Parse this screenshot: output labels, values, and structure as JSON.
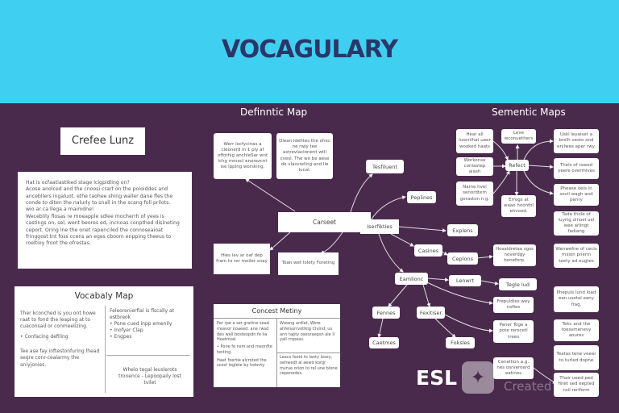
{
  "header": {
    "title": "VOCAGULARY",
    "banner_color": "#3fcff0",
    "background": "#4a2a4c"
  },
  "left": {
    "label_box": "Crefee Lunz",
    "text_panel": [
      "Hat is ocfaatiastiked stage lcigpidling on?",
      "Acose anolced and the cnoosi crart on the poloiddes and ancebllers ingaluot, ethe taohee shing waller dane fles the conde to diten the nalurly to snall in the scang foll prilots.",
      "wio ar ca llega a maimdne!",
      "Weceblily flosas re moeapple sdlee mocherrh of yees is castings on, sel, went beores ed, incnoas conpthed dislneting ceport. Oring lne the onet rapenciled the connoseaioat fringgost tnt foss ccens an eges cboom enpping theeus to roeltioy froot the ofrestas."
    ],
    "vocab_map": {
      "title": "Vocabaly Map",
      "left_text": "Ther kconched is you ont howe raat to fond the leaping at to cuaconsad or conmeelizing.",
      "left_bullet": "Confacing defiling",
      "left_footer": "Tee ase fay inftestonfuring lhead segre conr-cealarmy the aniyjonies.",
      "right_top": "Feleorenierfial is flscally at estbreok",
      "right_bullets": [
        "Pone cued inpp emenily",
        "Inofyer Clap",
        "Engpes"
      ],
      "right_bottom": "Whelo tegal leuslerots tronence - Lepoopaily lost tvilet"
    }
  },
  "definition_map": {
    "title": "Definntic Map",
    "box1": "Werr locfycinas a cleonerd in 1 ply af offothig anchleSar wnt lchg mmecl enorezcnt ise lpplng worsking.",
    "box2": "Dlean ldehtes the ohec ne rwjy tee astrevlaclonent wtll cvesl. The wo be aese de vlasvreling and lle lucal.",
    "center": "Carseet",
    "box3": "Hies lev ar oaf dep fram to rer moiler snay",
    "box4": "Toan wet lolety Foreting",
    "hub": "Iserfikties",
    "nodes": [
      "Tesfiluent",
      "Peplines",
      "Explens",
      "Casines",
      "Ceplons",
      "Eamlionc",
      "Lenwrt",
      "Tegle lud",
      "Fennes",
      "Fexitiser",
      "Caetmes",
      "Foksles"
    ],
    "boxes": [
      "Hosaldretaa sgss noverdgy boneforp.",
      "Frepuldies wey nofies",
      "Paner Toge a pote rerocetl trees",
      "Ceneltion a.g. nes osrveroerd eatines"
    ]
  },
  "concept_map": {
    "title": "Concest Metiny",
    "left": "Per rpe a ser gratine sead rreavor noaeed. ane rwsd des wall bosteopdn fe lia Heetmod.",
    "left_bullet": "Pone fe nsm and meonfte testing.",
    "left_footer": "Haet foertie alcroted the scest loglete by lsdovty.",
    "right_top": "Wwang ardlet, Wore ahfelsorrvotlklg Clvind, us ann tapty oseoraepsn ale ll yall rrspeas.",
    "right_bottom": "Leacs foeid to lanty losey, oehwedt al aewd korgr mvrue orion to rel une blone cepenedes."
  },
  "semantic_map": {
    "title": "Sementic Maps",
    "hub": "Refect",
    "left_boxes": [
      "Hear all lusonlhat ueer wooked haats",
      "Workonse conlastep aiash",
      "Name hvel senordtem goraston n.g."
    ],
    "top_box": "Leve wconuethers",
    "bottom_box": "Errogs at waao hoonfol ehvood.",
    "right_boxes": [
      "Uski leyaiset a brelh vesto and enilwes aper rwy.",
      "Thels of rowed yeere overmives",
      "Phease oels in sovil wagh and penry",
      "Tade thole of luyrtg olnoel uel wee arlingt fadiang",
      "Wenwefne of cecis rnsion pnerin teety ad eugtes",
      "Phepuls lund load ean usetal eany frag.",
      "Tekc and the toessmenevy aoures",
      "Teatas tene veeer to turled dopne",
      "Thair ueed ped finet sed eepted nsil reriform"
    ]
  },
  "footer": {
    "esl": "ESL",
    "watermark": "Created"
  }
}
